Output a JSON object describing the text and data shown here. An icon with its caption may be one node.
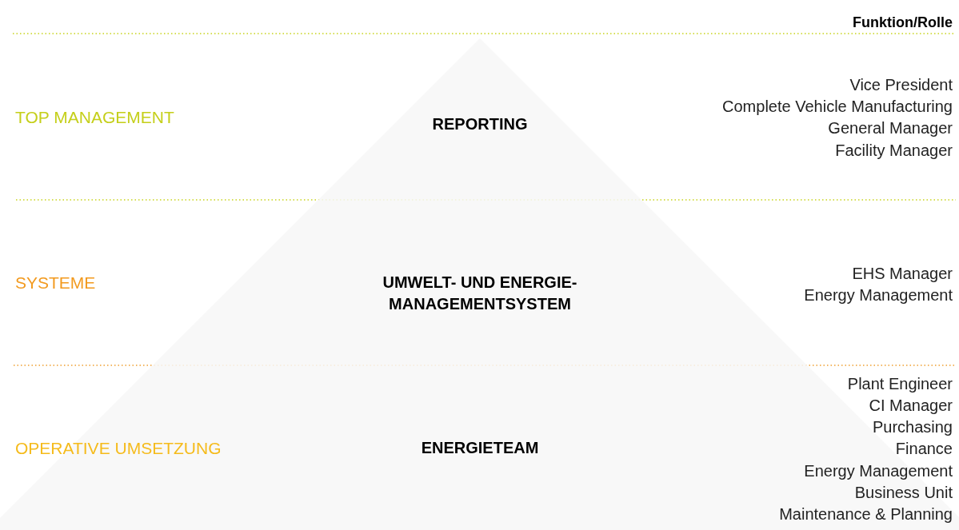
{
  "diagram": {
    "nodes": [
      {
        "text": [
          "REPORTING",
          "UMWELT- UND ENERGIE- MANAGEMENTSYSTEM",
          "ENERGIETEAM"
        ]
      }
    ],
    "labels": [
      "Funktion/Rolle",
      "TOP MANAGEMENT",
      "Vice President",
      "Complete Vehicle Manufacturing",
      "General Manager",
      "Facility Manager",
      "SYSTEME",
      "EHS Manager",
      "Energy Management",
      "OPERATIVE UMSETZUNG",
      "Plant Engineer",
      "CI Manager",
      "Purchasing",
      "Finance",
      "Energy Management",
      "Business Unit",
      "Maintenance & Planning"
    ]
  }
}
